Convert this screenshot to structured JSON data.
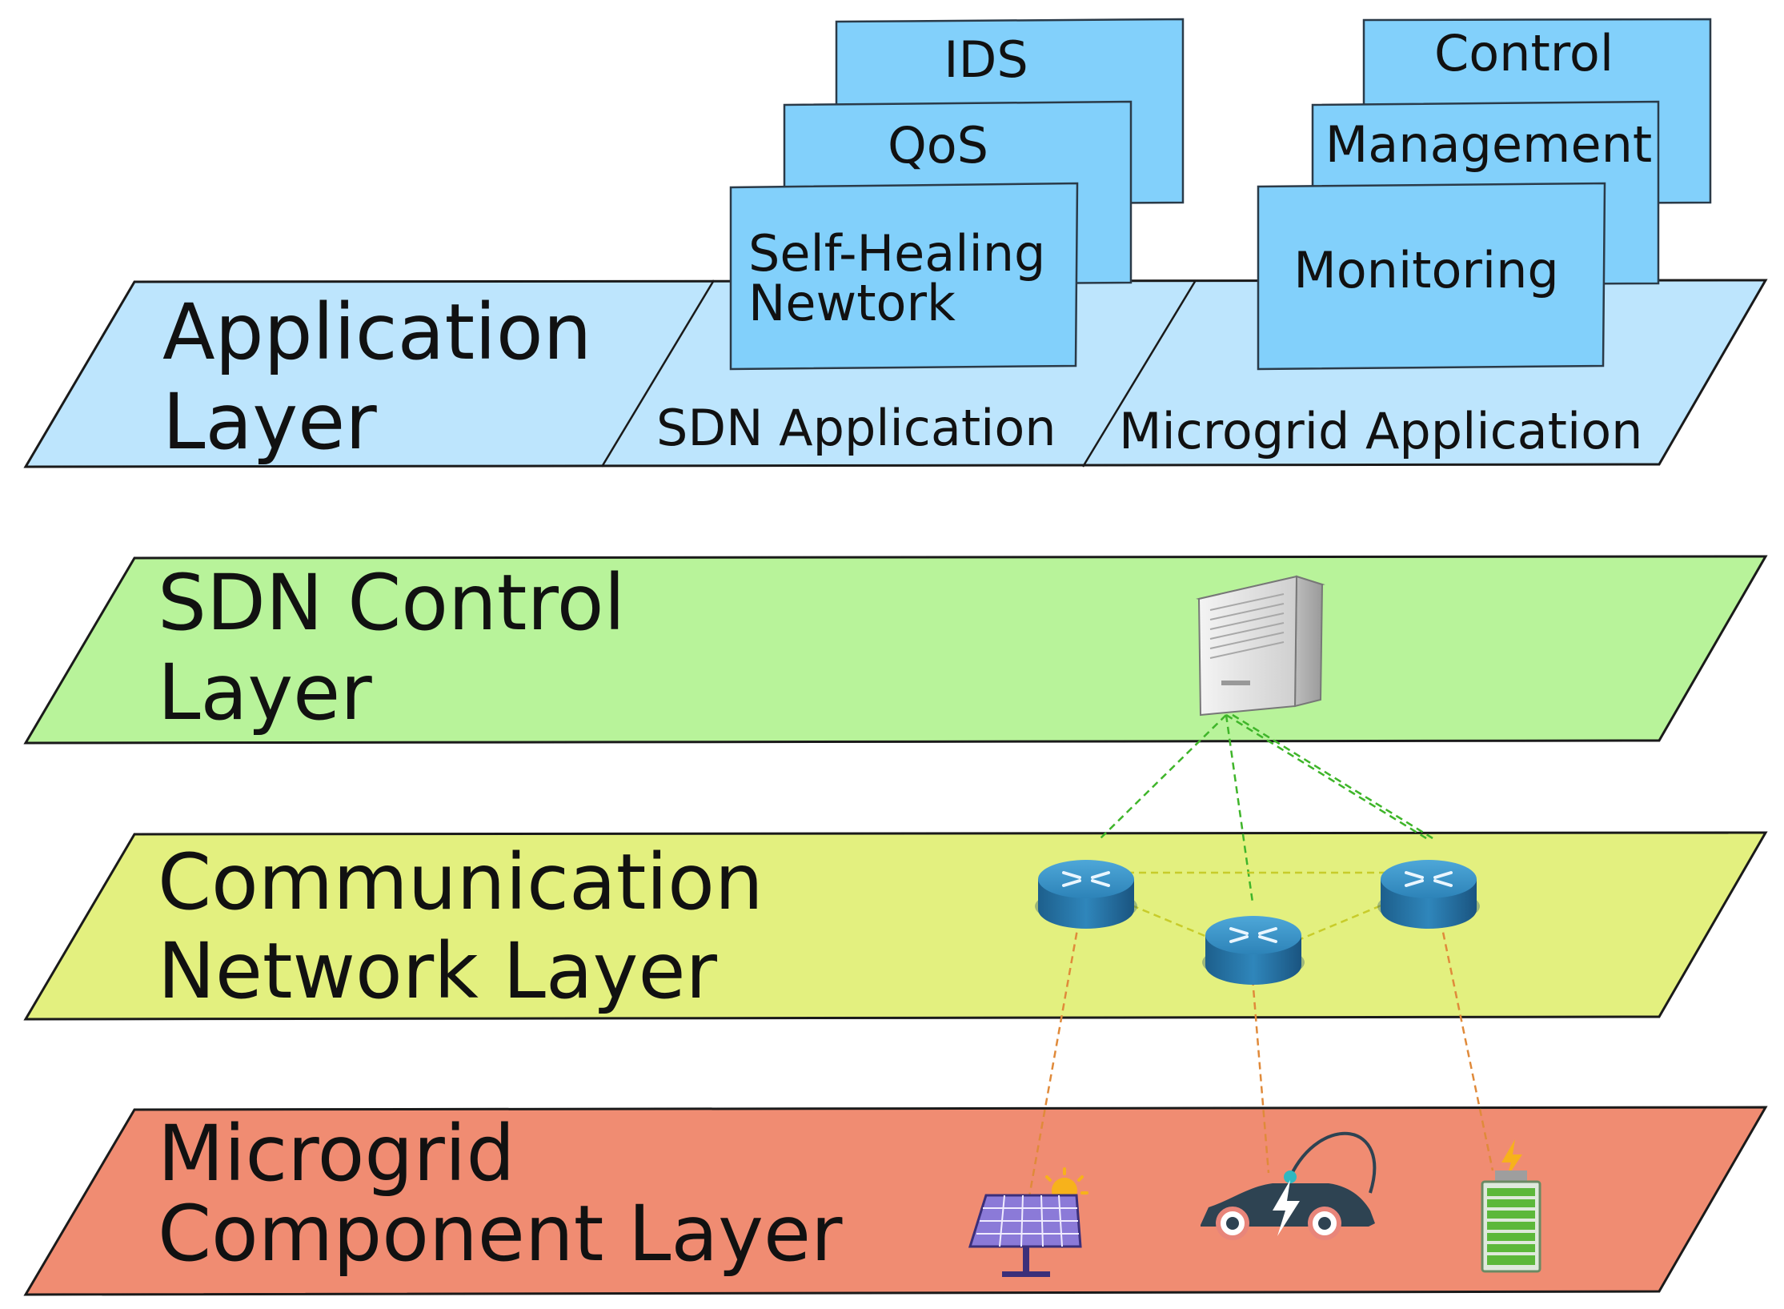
{
  "layers": {
    "application": {
      "title_line1": "Application",
      "title_line2": "Layer",
      "color": "#bde5fd"
    },
    "sdn_control": {
      "title_line1": "SDN Control",
      "title_line2": "Layer",
      "color": "#b8f39a"
    },
    "communication": {
      "title_line1": "Communication",
      "title_line2": "Network Layer",
      "color": "#e3f07f"
    },
    "microgrid": {
      "title_line1": "Microgrid",
      "title_line2": "Component Layer",
      "color": "#f08c72"
    }
  },
  "sdn_application": {
    "label": "SDN Application",
    "cards": {
      "ids": "IDS",
      "qos": "QoS",
      "self_healing_line1": "Self-Healing",
      "self_healing_line2": "Newtork"
    }
  },
  "microgrid_application": {
    "label": "Microgrid Application",
    "cards": {
      "control": "Control",
      "management": "Management",
      "monitoring": "Monitoring"
    }
  },
  "icons": {
    "controller": "server-icon",
    "switches": [
      "router-icon",
      "router-icon",
      "router-icon"
    ],
    "components": [
      "solar-panel-icon",
      "electric-car-charging-icon",
      "battery-icon"
    ]
  },
  "colors": {
    "card": "#82d0fb",
    "control_link": "#3fb52a",
    "mesh_link": "#c8cc2a",
    "device_link": "#e08a3a"
  }
}
